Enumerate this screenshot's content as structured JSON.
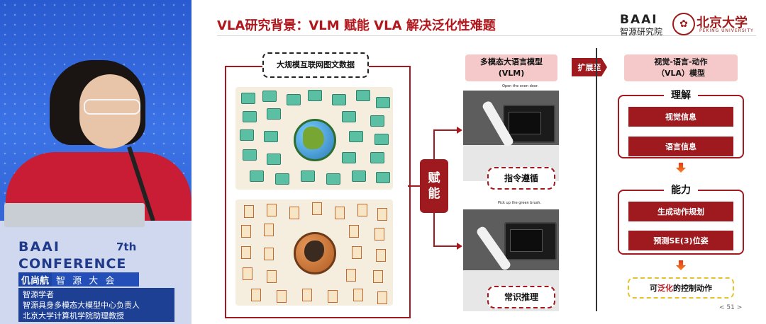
{
  "video": {
    "brand": "BAAI",
    "edition": "7th",
    "conference": "CONFERENCE",
    "speaker_name": "仉尚航",
    "subtitle": "智 源 大 会",
    "caption_lines": [
      "智源学者",
      "智源具身多模态大模型中心负责人",
      "北京大学计算机学院助理教授"
    ]
  },
  "slide": {
    "title": "VLA研究背景：VLM 赋能 VLA 解决泛化性难题",
    "logo_baai": "BAAI",
    "logo_baai_sub": "智源研究院",
    "pku_name": "北京大学",
    "pku_sub": "PEKING UNIVERSITY",
    "data_label": "大规模互联网图文数据",
    "empower_label": [
      "赋",
      "能"
    ],
    "vlm_box": [
      "多模态大语言模型",
      "(VLM)"
    ],
    "expand_label": "扩展至",
    "vla_box": [
      "视觉-语言-动作",
      "（VLA）模型"
    ],
    "photo_caption_1": "Open the oven door.",
    "photo_caption_2": "Pick up the green brush.",
    "pill_1": "指令遵循",
    "pill_2": "常识推理",
    "group_1_title": "理解",
    "group_1_items": [
      "视觉信息",
      "语言信息"
    ],
    "group_2_title": "能力",
    "group_2_items": [
      "生成动作规划",
      "预测SE(3)位姿"
    ],
    "final_prefix": "可",
    "final_highlight": "泛化",
    "final_suffix": "的控制动作",
    "page_number": "< 51 >"
  },
  "colors": {
    "primary_red": "#a5181d",
    "pink": "#f5c9c9",
    "highlight_yellow": "#e6c22a",
    "teal_icon": "#5bbfa3",
    "conference_blue": "#1f3a8a"
  }
}
